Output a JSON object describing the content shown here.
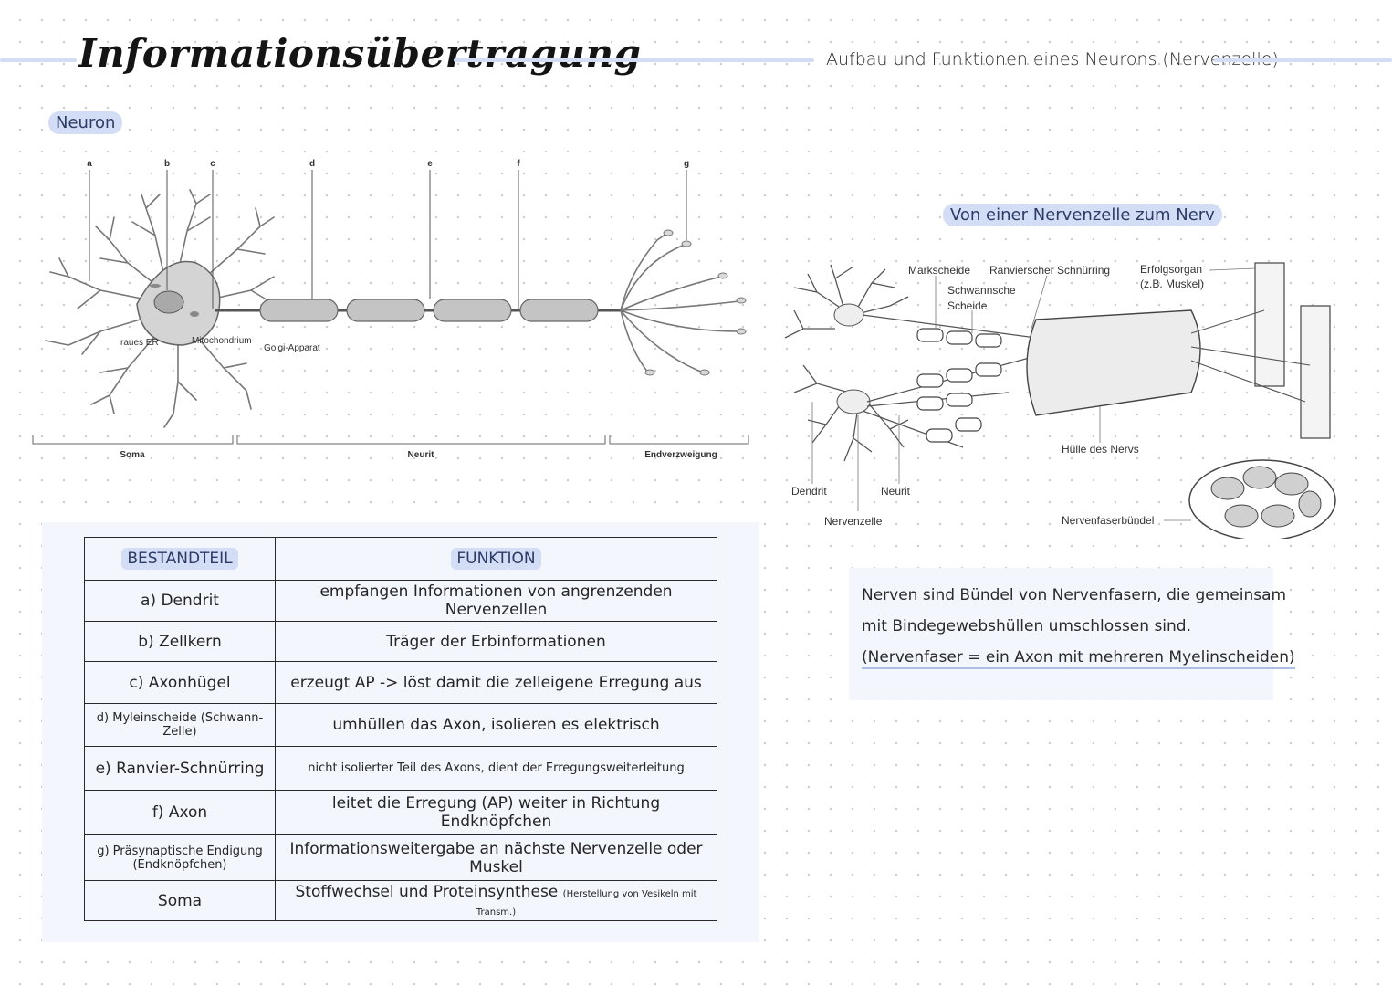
{
  "header": {
    "title": "Informationsübertragung",
    "subtitle": "Aufbau und Funktionen eines Neurons (Nervenzelle)"
  },
  "neuron": {
    "section_label": "Neuron",
    "letters": [
      "a",
      "b",
      "c",
      "d",
      "e",
      "f",
      "g"
    ],
    "labels": {
      "raues_er": "raues ER",
      "mitochondrium": "Mitochondrium",
      "golgi": "Golgi-Apparat"
    },
    "regions": [
      "Soma",
      "Neurit",
      "Endverzweigung"
    ]
  },
  "nerve": {
    "section_label": "Von einer Nervenzelle zum Nerv",
    "labels": {
      "markscheide": "Markscheide",
      "ranvier": "Ranvierscher Schnürring",
      "schwann_1": "Schwannsche",
      "schwann_2": "Scheide",
      "erfolgsorgan_1": "Erfolgsorgan",
      "erfolgsorgan_2": "(z.B. Muskel)",
      "huelle": "Hülle des Nervs",
      "dendrit": "Dendrit",
      "neurit": "Neurit",
      "nervenzelle": "Nervenzelle",
      "buendel": "Nervenfaserbündel"
    }
  },
  "table": {
    "headers": [
      "BESTANDTEIL",
      "FUNKTION"
    ],
    "rows": [
      {
        "part": "a) Dendrit",
        "function": "empfangen Informationen von angrenzenden Nervenzellen"
      },
      {
        "part": "b) Zellkern",
        "function": "Träger der Erbinformationen"
      },
      {
        "part": "c) Axonhügel",
        "function": "erzeugt AP -> löst damit die zelleigene Erregung aus"
      },
      {
        "part": "d) Myleinscheide (Schwann-Zelle)",
        "function": "umhüllen das Axon, isolieren es elektrisch"
      },
      {
        "part": "e) Ranvier-Schnürring",
        "function": "nicht isolierter Teil des Axons, dient der Erregungsweiterleitung"
      },
      {
        "part": "f) Axon",
        "function": "leitet die Erregung (AP) weiter in Richtung Endknöpfchen"
      },
      {
        "part": "g) Präsynaptische Endigung (Endknöpfchen)",
        "function": "Informationsweitergabe an nächste Nervenzelle oder Muskel"
      },
      {
        "part": "Soma",
        "function": "Stoffwechsel und Proteinsynthese",
        "function_note": "(Herstellung von Vesikeln mit Transm.)"
      }
    ]
  },
  "note": {
    "line1": "Nerven sind Bündel von Nervenfasern, die gemeinsam",
    "line2": "mit Bindegewebshüllen umschlossen sind.",
    "line3": "(Nervenfaser = ein Axon mit mehreren Myelinscheiden)"
  }
}
